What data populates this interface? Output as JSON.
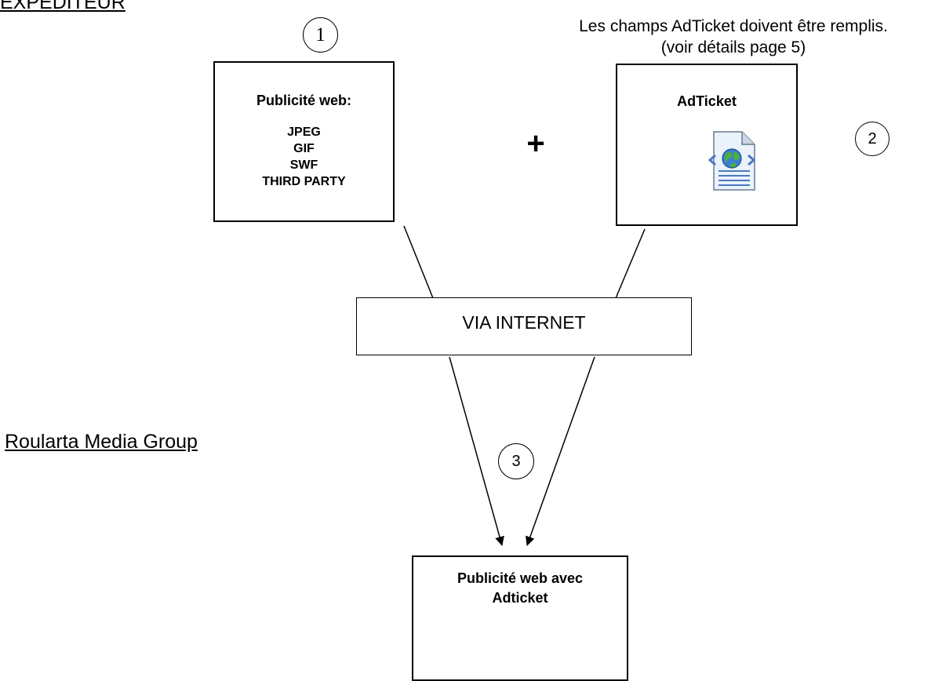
{
  "sections": {
    "sender": "EXPEDITEUR",
    "receiver": "Roularta Media Group"
  },
  "note": {
    "line1": "Les champs AdTicket doivent être remplis.",
    "line2": "(voir détails page 5)"
  },
  "steps": [
    "1",
    "2",
    "3"
  ],
  "box_ad": {
    "title": "Publicité web:",
    "formats": [
      "JPEG",
      "GIF",
      "SWF",
      "THIRD PARTY"
    ]
  },
  "plus": "+",
  "box_adticket": {
    "title": "AdTicket",
    "icon": "web-document-icon"
  },
  "channel": "VIA INTERNET",
  "box_result": {
    "title_line1": "Publicité web avec",
    "title_line2": "Adticket"
  }
}
